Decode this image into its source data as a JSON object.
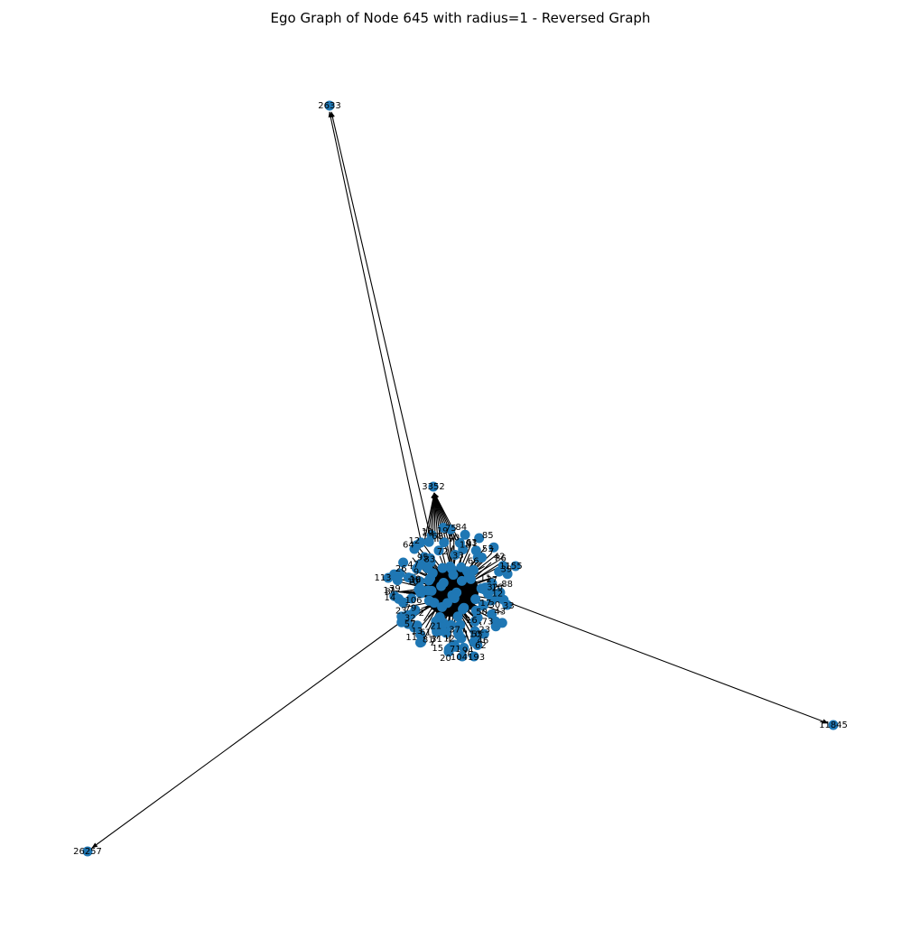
{
  "title": "Ego Graph of Node 645 with radius=1 - Reversed Graph",
  "colors": {
    "node": "#1f77b4",
    "edge": "#000000",
    "label": "#000000"
  },
  "graph": {
    "directed": true,
    "labeled_nodes": [
      "2633",
      "3352",
      "11845",
      "26257",
      "113",
      "104193",
      "12",
      "33",
      "1155",
      "3710"
    ],
    "peripheral_nodes": [
      "2633",
      "11845",
      "26257",
      "3352"
    ],
    "cluster_labels": [
      "12",
      "33",
      "30",
      "17",
      "43",
      "50",
      "73",
      "23",
      "16",
      "46",
      "62",
      "55",
      "110",
      "40",
      "94",
      "71",
      "37",
      "12",
      "20",
      "15",
      "31",
      "81",
      "21",
      "61",
      "11",
      "13",
      "57",
      "2",
      "32",
      "79",
      "23",
      "106",
      "14",
      "81",
      "17",
      "39",
      "36",
      "10",
      "19",
      "26",
      "9",
      "47",
      "64",
      "95",
      "12",
      "83",
      "29",
      "10",
      "68",
      "72",
      "19",
      "75",
      "40",
      "84",
      "33",
      "18",
      "63",
      "91",
      "85",
      "66",
      "53",
      "7",
      "42",
      "86",
      "39",
      "11",
      "27",
      "88",
      "32",
      "16"
    ]
  }
}
